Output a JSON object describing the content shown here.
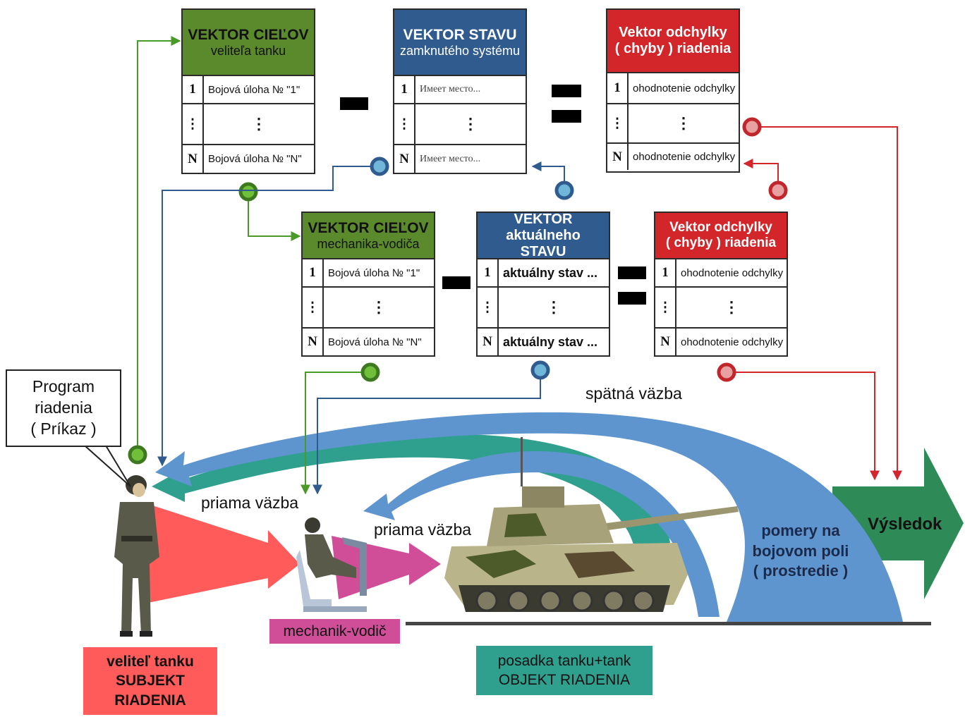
{
  "boxes": {
    "goal_commander": {
      "title": "VEKTOR CIEĽOV",
      "subtitle": "veliteľa tanku",
      "rows": [
        {
          "idx": "1",
          "text": "Bojová úloha № \"1\""
        },
        {
          "idx": "⋮",
          "text": "⋮"
        },
        {
          "idx": "N",
          "text": "Bojová úloha № \"N\""
        }
      ]
    },
    "state_closed": {
      "title": "VEKTOR STAVU",
      "subtitle": "zamknutého systému",
      "rows": [
        {
          "idx": "1",
          "text": "Имеет место..."
        },
        {
          "idx": "⋮",
          "text": "⋮"
        },
        {
          "idx": "N",
          "text": "Имеет место..."
        }
      ]
    },
    "error_top": {
      "title": "Vektor odchylky",
      "subtitle": "( chyby ) riadenia",
      "rows": [
        {
          "idx": "1",
          "text": "ohodnotenie odchylky"
        },
        {
          "idx": "⋮",
          "text": "⋮"
        },
        {
          "idx": "N",
          "text": "ohodnotenie odchylky"
        }
      ]
    },
    "goal_driver": {
      "title": "VEKTOR CIEĽOV",
      "subtitle": "mechanika-vodiča",
      "rows": [
        {
          "idx": "1",
          "text": "Bojová úloha № \"1\""
        },
        {
          "idx": "⋮",
          "text": "⋮"
        },
        {
          "idx": "N",
          "text": "Bojová úloha № \"N\""
        }
      ]
    },
    "state_current": {
      "title": "VEKTOR aktuálneho",
      "subtitle": "STAVU",
      "rows": [
        {
          "idx": "1",
          "text": "aktuálny stav ..."
        },
        {
          "idx": "⋮",
          "text": "⋮"
        },
        {
          "idx": "N",
          "text": "aktuálny stav ..."
        }
      ]
    },
    "error_bottom": {
      "title": "Vektor odchylky",
      "subtitle": "( chyby ) riadenia",
      "rows": [
        {
          "idx": "1",
          "text": "ohodnotenie odchylky"
        },
        {
          "idx": "⋮",
          "text": "⋮"
        },
        {
          "idx": "N",
          "text": "ohodnotenie odchylky"
        }
      ]
    }
  },
  "callout": {
    "line1": "Program",
    "line2": "riadenia",
    "line3": "( Príkaz )"
  },
  "labels": {
    "feedback": "spätná väzba",
    "direct_1": "priama väzba",
    "direct_2": "priama väzba",
    "environment_1": "pomery na",
    "environment_2": "bojovom poli",
    "environment_3": "( prostredie )",
    "result": "Výsledok"
  },
  "tags": {
    "subject": {
      "line1": "veliteľ tanku",
      "line2": "SUBJEKT",
      "line3": "RIADENIA"
    },
    "driver": {
      "line1": "mechanik-vodič"
    },
    "object": {
      "line1": "posadka tanku+tank",
      "line2": "OBJEKT RIADENIA"
    }
  },
  "colors": {
    "green": "#5b8a2c",
    "blue": "#2f5b8f",
    "red": "#d3262b",
    "feedback_arrow": "#5f95cf",
    "teal_arrow": "#2fa08e",
    "subject_tag": "#ff5b5b",
    "driver_tag": "#d04d98",
    "object_tag": "#2fa08e",
    "result_arrow": "#2e8b57"
  }
}
